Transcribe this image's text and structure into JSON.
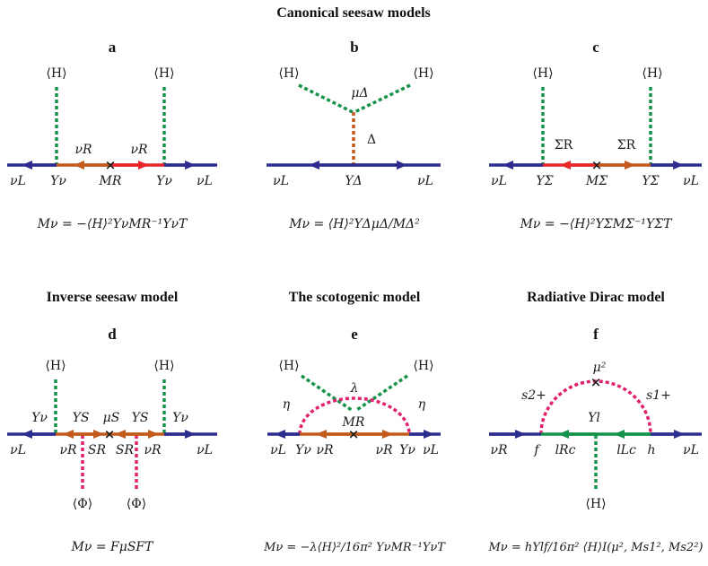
{
  "title_top": "Canonical seesaw models",
  "colors": {
    "blue": "#2d2d8f",
    "red": "#e8262a",
    "orange": "#c25a1c",
    "green": "#15924a",
    "magenta": "#e0226e",
    "black": "#1a1a1a"
  },
  "panels": {
    "a": {
      "letter": "a",
      "H_left": "⟨H⟩",
      "H_right": "⟨H⟩",
      "nuR_left": "νR",
      "nuR_right": "νR",
      "nuL_left": "νL",
      "nuL_right": "νL",
      "Y_left": "Yν",
      "M": "MR",
      "Y_right": "Yν",
      "formula": "Mν = −⟨H⟩²YνMR⁻¹YνT"
    },
    "b": {
      "letter": "b",
      "H_left": "⟨H⟩",
      "H_right": "⟨H⟩",
      "mu": "μΔ",
      "Delta": "Δ",
      "nuL_left": "νL",
      "nuL_right": "νL",
      "Y": "YΔ",
      "formula": "Mν = ⟨H⟩²YΔμΔ/MΔ²"
    },
    "c": {
      "letter": "c",
      "H_left": "⟨H⟩",
      "H_right": "⟨H⟩",
      "Sig_left": "ΣR",
      "Sig_right": "ΣR",
      "nuL_left": "νL",
      "nuL_right": "νL",
      "Y_left": "YΣ",
      "M": "MΣ",
      "Y_right": "YΣ",
      "formula": "Mν = −⟨H⟩²YΣMΣ⁻¹YΣT"
    },
    "d": {
      "title": "Inverse seesaw model",
      "letter": "d",
      "H_left": "⟨H⟩",
      "H_right": "⟨H⟩",
      "Ynu_left": "Yν",
      "Ys_left": "YS",
      "mus": "μS",
      "Ys_right": "YS",
      "Ynu_right": "Yν",
      "nuL_left": "νL",
      "nuR_left": "νR",
      "SR_left": "SR",
      "SR_right": "SR",
      "nuR_right": "νR",
      "nuL_right": "νL",
      "Phi_left": "⟨Φ⟩",
      "Phi_right": "⟨Φ⟩",
      "formula": "Mν = FμSFT"
    },
    "e": {
      "title": "The scotogenic model",
      "letter": "e",
      "H_left": "⟨H⟩",
      "H_right": "⟨H⟩",
      "lambda": "λ",
      "eta_left": "η",
      "eta_right": "η",
      "M": "MR",
      "nuL_left": "νL",
      "Y_left": "Yν",
      "nuR_left": "νR",
      "nuR_right": "νR",
      "Y_right": "Yν",
      "nuL_right": "νL",
      "formula": "Mν = −λ⟨H⟩²/16π² YνMR⁻¹YνT"
    },
    "f": {
      "title": "Radiative Dirac model",
      "letter": "f",
      "mu2": "μ²",
      "s2": "s2+",
      "s1": "s1+",
      "Yl": "Yl",
      "nuR": "νR",
      "f": "f",
      "lRc": "lRc",
      "lLc": "lLc",
      "h": "h",
      "nuL": "νL",
      "H_bottom": "⟨H⟩",
      "formula": "Mν = hYlf/16π² ⟨H⟩I(μ², Ms1², Ms2²)"
    }
  }
}
